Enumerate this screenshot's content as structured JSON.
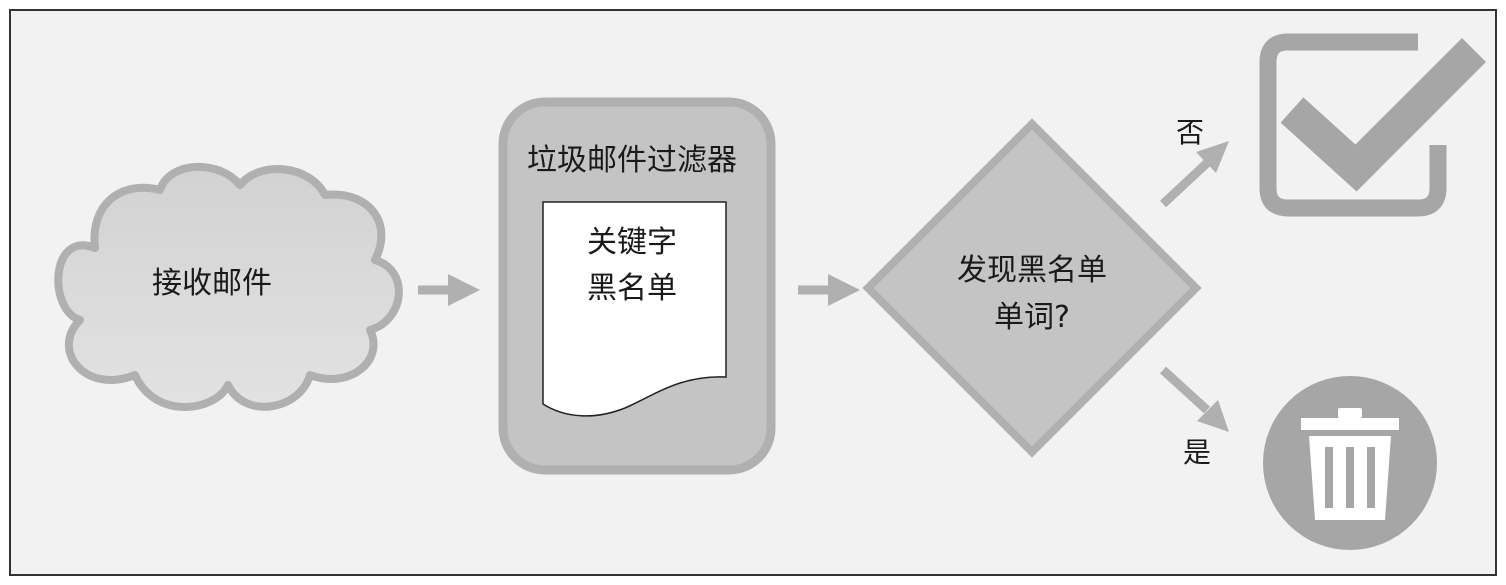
{
  "nodes": {
    "receive": {
      "label": "接收邮件"
    },
    "filter": {
      "title": "垃圾邮件过滤器",
      "doc_line1": "关键字",
      "doc_line2": "黑名单"
    },
    "decision": {
      "line1": "发现黑名单",
      "line2": "单词?"
    },
    "accept": {
      "icon": "checkbox-check-icon"
    },
    "trash": {
      "icon": "trash-can-icon"
    }
  },
  "edges": {
    "no_label": "否",
    "yes_label": "是"
  },
  "colors": {
    "fill_light": "#d8d8d8",
    "fill_mid": "#c4c4c4",
    "stroke_gray": "#b0b0b0",
    "icon_gray": "#a6a6a6",
    "border": "#333333"
  }
}
